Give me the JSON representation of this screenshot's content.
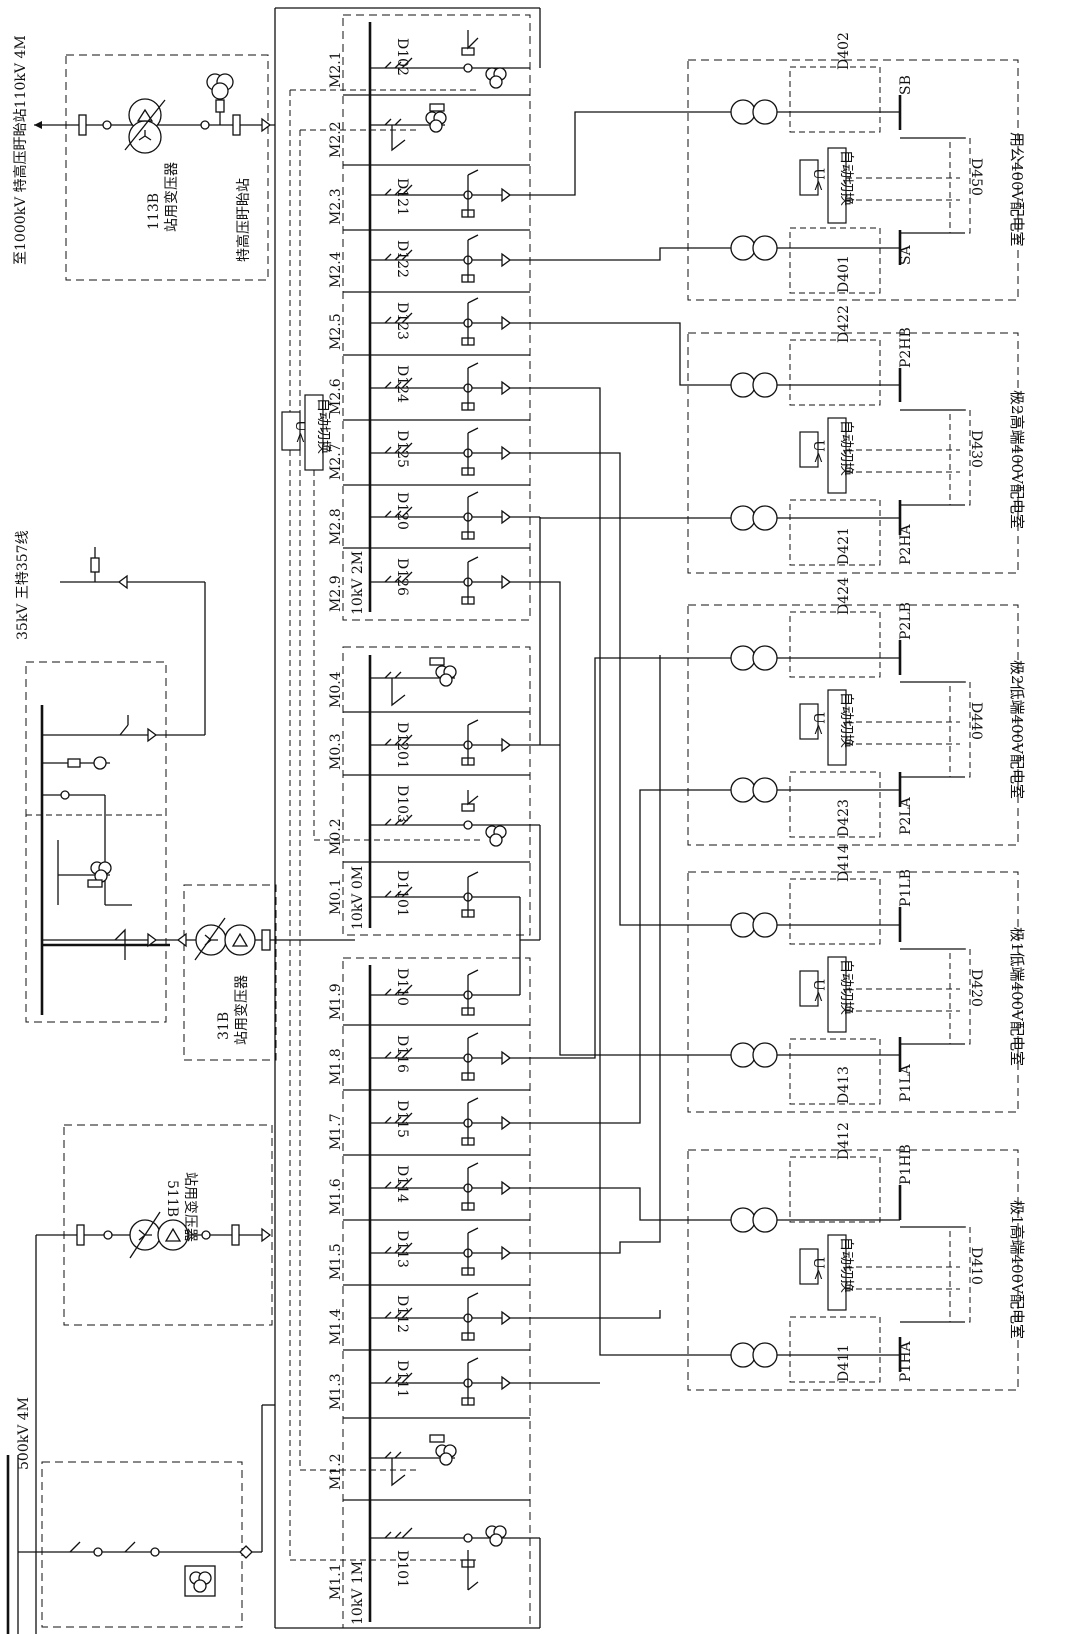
{
  "sources": {
    "top_left": "至1000kV 特高压盱眙站110kV 4M",
    "uhv_station": "特高压盱眙站",
    "line_35kv": "35kV 王特357线",
    "bus_500kv": "500kV 4M"
  },
  "transformers": [
    {
      "id": "t113b",
      "name": "113B",
      "desc": "站用变压器"
    },
    {
      "id": "t31b",
      "name": "31B",
      "desc": "站用变压器"
    },
    {
      "id": "t511b",
      "name": "511B",
      "desc": "站用变压器"
    }
  ],
  "buses": {
    "bus_2m": "10kV 2M",
    "bus_0m": "10kV 0M",
    "bus_1m": "10kV 1M"
  },
  "cabinets_2m": [
    {
      "pos": "M2.1",
      "breaker": "D102"
    },
    {
      "pos": "M2.2",
      "breaker": ""
    },
    {
      "pos": "M2.3",
      "breaker": "D121"
    },
    {
      "pos": "M2.4",
      "breaker": "D122"
    },
    {
      "pos": "M2.5",
      "breaker": "D123"
    },
    {
      "pos": "M2.6",
      "breaker": "D124"
    },
    {
      "pos": "M2.7",
      "breaker": "D125"
    },
    {
      "pos": "M2.8",
      "breaker": "D120"
    },
    {
      "pos": "M2.9",
      "breaker": "D126"
    }
  ],
  "cabinets_0m": [
    {
      "pos": "M0.4",
      "breaker": ""
    },
    {
      "pos": "M0.3",
      "breaker": "D1201"
    },
    {
      "pos": "M0.2",
      "breaker": "D103"
    },
    {
      "pos": "M0.1",
      "breaker": "D1101"
    }
  ],
  "cabinets_1m": [
    {
      "pos": "M1.9",
      "breaker": "D110"
    },
    {
      "pos": "M1.8",
      "breaker": "D116"
    },
    {
      "pos": "M1.7",
      "breaker": "D115"
    },
    {
      "pos": "M1.6",
      "breaker": "D114"
    },
    {
      "pos": "M1.5",
      "breaker": "D113"
    },
    {
      "pos": "M1.4",
      "breaker": "D112"
    },
    {
      "pos": "M1.3",
      "breaker": "D111"
    },
    {
      "pos": "M1.2",
      "breaker": ""
    },
    {
      "pos": "M1.1",
      "breaker": "D101"
    }
  ],
  "auto_switch": "自动切换",
  "uv_relay": "U<",
  "rooms": [
    {
      "name": "用公400V配电室",
      "tie": "D450",
      "bus_a": "SA",
      "bus_b": "SB",
      "incomer_a": "D401",
      "incomer_b": "D402"
    },
    {
      "name": "极2高端400V配电室",
      "tie": "D430",
      "bus_a": "P2HA",
      "bus_b": "P2HB",
      "incomer_a": "D421",
      "incomer_b": "D422"
    },
    {
      "name": "极2低端400V配电室",
      "tie": "D440",
      "bus_a": "P2LA",
      "bus_b": "P2LB",
      "incomer_a": "D423",
      "incomer_b": "D424"
    },
    {
      "name": "极1低端400V配电室",
      "tie": "D420",
      "bus_a": "P1LA",
      "bus_b": "P1LB",
      "incomer_a": "D413",
      "incomer_b": "D414"
    },
    {
      "name": "极1高端400V配电室",
      "tie": "D410",
      "bus_a": "P1HA",
      "bus_b": "P1HB",
      "incomer_a": "D411",
      "incomer_b": "D412"
    }
  ]
}
